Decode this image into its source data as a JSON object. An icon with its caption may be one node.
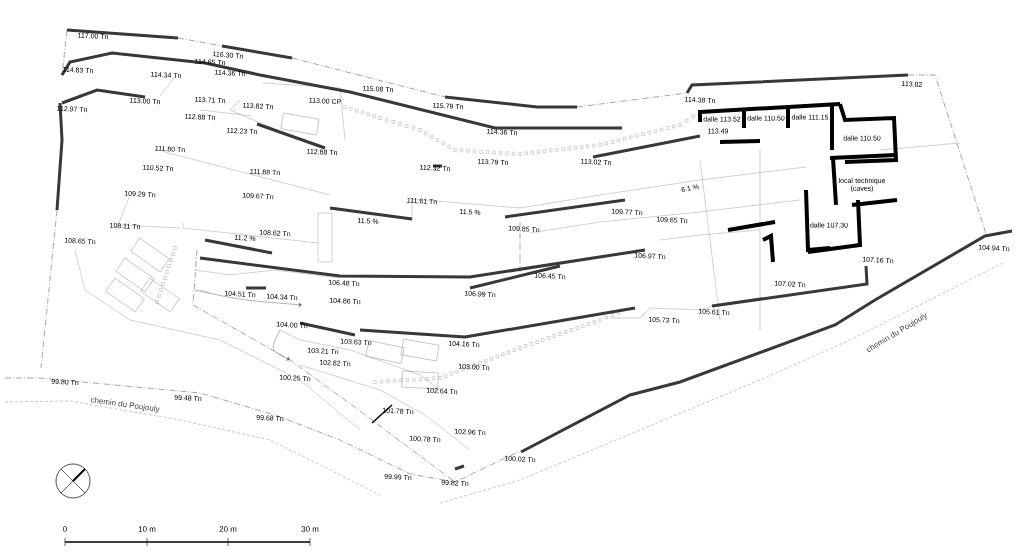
{
  "diagram": {
    "labels": [
      "117.00 Tn",
      "116.30 Tn",
      "114.83 Tn",
      "114.65 Tn",
      "114.34 Tn",
      "114.36 Tn",
      "113.00 Tn",
      "112.97 Tn",
      "113.71 Tn",
      "112.88 Tn",
      "113.82 Tn",
      "112.23 Tn",
      "113.00 CP",
      "112.88 Tn",
      "111.80 Tn",
      "111.88 Tn",
      "110.52 Tn",
      "109.29 Tn",
      "109.67 Tn",
      "108.11 Tn",
      "108.62 Tn",
      "11.2 %",
      "108.65 Tn",
      "115.08 Tn",
      "115.79 Tn",
      "114.36 Tn",
      "112.32 Tn",
      "113.79 Tn",
      "113.02 Tn",
      "114.38 Tn",
      "113.82",
      "111.61 Tn",
      "11.5 %",
      "11.5 %",
      "109.85 Tn",
      "109.77 Tn",
      "109.65 Tn",
      "6.1 %",
      "106.97 Tn",
      "106.45 Tn",
      "106.99 Tn",
      "106.48 Tn",
      "104.51 Tn",
      "104.34 Tn",
      "104.86 Tn",
      "104.00 Tn",
      "103.63 Tn",
      "104.16 Tn",
      "105.73 Tn",
      "105.61 Tn",
      "107.02 Tn",
      "107.16 Tn",
      "104.94 Tn",
      "103.21 Tn",
      "102.82 Tn",
      "103.00 Tn",
      "100.25 Tn",
      "101.78 Tn",
      "102.64 Tn",
      "102.96 Tn",
      "100.78 Tn",
      "99.80 Tn",
      "99.48 Tn",
      "99.68 Tn",
      "99.99 Tn",
      "99.82 Tn",
      "100.02 Tn",
      "chemin du Poujouly",
      "chemin du Poujouly",
      "dalle 113.52",
      "dalle 110.50",
      "dalle 111.15",
      "dalle 110.50",
      "local technique (caves)",
      "dalle 107.30",
      "113.49",
      "0",
      "10 m",
      "20 m",
      "30 m"
    ]
  }
}
